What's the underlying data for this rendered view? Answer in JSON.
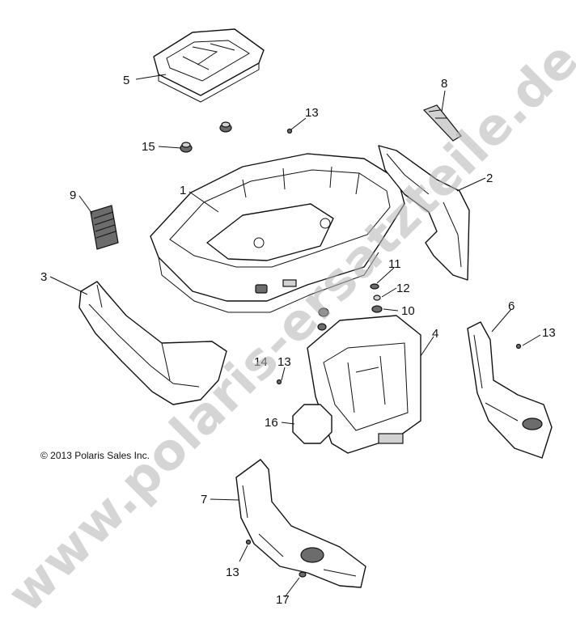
{
  "callouts": {
    "c1": "1",
    "c2": "2",
    "c3": "3",
    "c4": "4",
    "c5": "5",
    "c6": "6",
    "c7": "7",
    "c8": "8",
    "c9": "9",
    "c10": "10",
    "c11": "11",
    "c12": "12",
    "c13a": "13",
    "c13b": "13",
    "c13c": "13",
    "c13d": "13",
    "c14": "14",
    "c15": "15",
    "c16": "16",
    "c17": "17"
  },
  "copyright": "© 2013 Polaris Sales Inc.",
  "watermark": "www.polaris-ersatzteile.de"
}
